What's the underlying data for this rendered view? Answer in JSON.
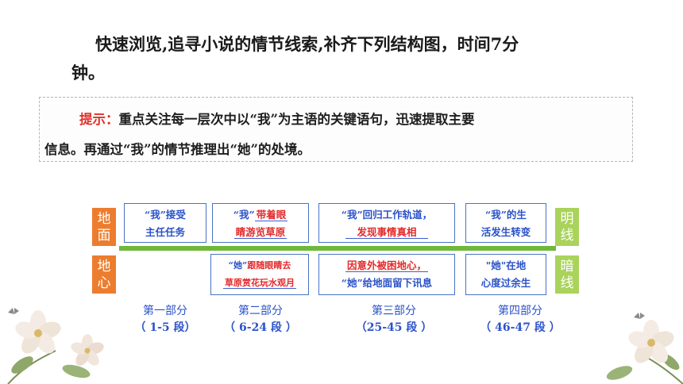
{
  "title": {
    "line1": "快速浏览,追寻小说的情节线索,补齐下列结构图，时间7分",
    "line2": "钟。"
  },
  "hint": {
    "label": "提示：",
    "line1_rest": "重点关注每一层次中以“我”为主语的关键语句，迅速提取主要",
    "line2": "信息。再通过“我”的情节推理出“她”的处境。"
  },
  "side_labels": {
    "surface": "地面",
    "ground_heart": "地心",
    "bright_line": "明线",
    "dark_line": "暗线"
  },
  "top_nodes": [
    {
      "line1": "“我”接受",
      "line2": "主任任务"
    },
    {
      "line1_prefix": "“我”",
      "line1_fill": "带着眼",
      "line2_fill": "睛游览草原"
    },
    {
      "line1": "“我”回归工作轨道，",
      "line2_fill": "发现事情真相"
    },
    {
      "line1": "“我”的生",
      "line2": "活发生转变"
    }
  ],
  "bottom_nodes": [
    {
      "line1_prefix": "“她”",
      "line1_fill": "跟随眼睛去",
      "line2_fill": "草原赏花玩水观月"
    },
    {
      "line1_fill": "因意外被困地心，",
      "line2": "“她”给地面留下讯息"
    },
    {
      "line1": "\"她\"在地",
      "line2": "心度过余生"
    }
  ],
  "parts": [
    {
      "name": "第一部分",
      "range": "（ 1-5 段）"
    },
    {
      "name": "第二部分",
      "range": "（ 6-24 段 ）"
    },
    {
      "name": "第三部分",
      "range": "（25-45 段 ）"
    },
    {
      "name": "第四部分",
      "range": "（ 46-47 段 ）"
    }
  ],
  "colors": {
    "accent_blue": "#2a52c9",
    "fill_red": "#e42a2a",
    "hint_red": "#e0302a",
    "orange": "#ec7d2e",
    "light_green": "#a9d35a",
    "line_green": "#6fb83b"
  }
}
